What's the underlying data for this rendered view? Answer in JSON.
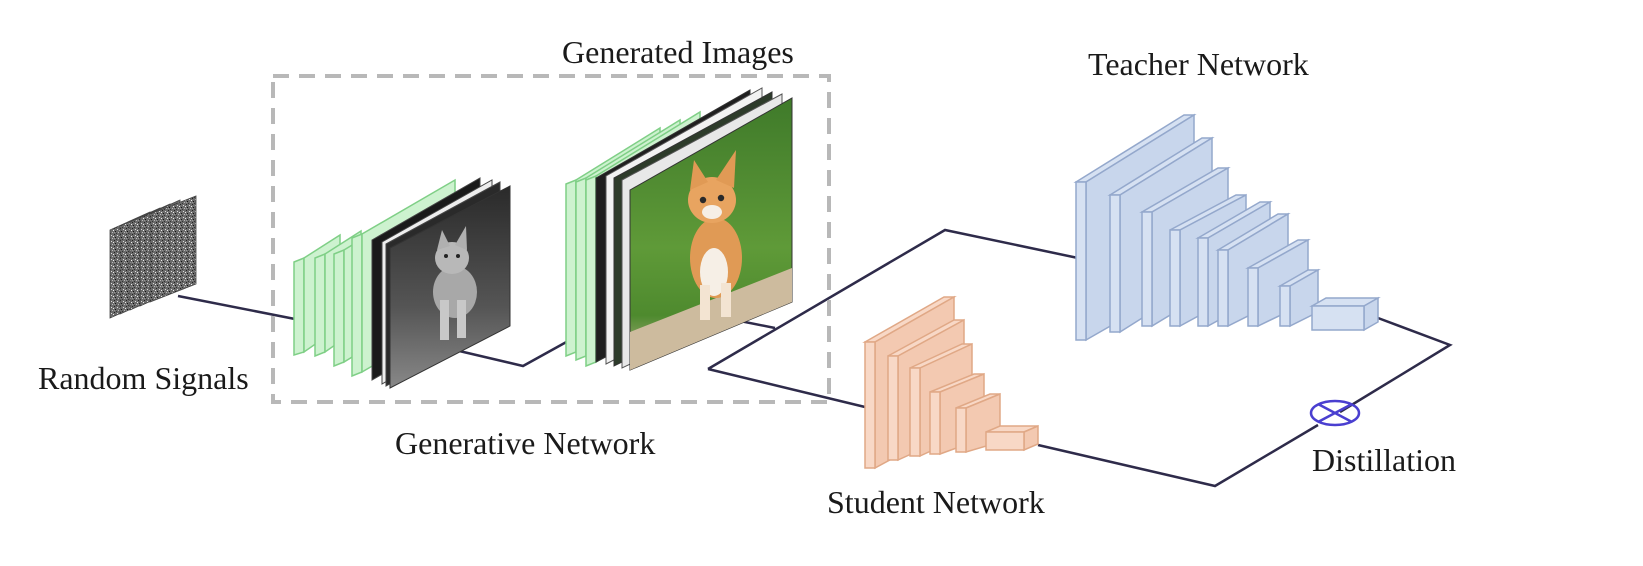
{
  "labels": {
    "random_signals": "Random Signals",
    "generative_network": "Generative Network",
    "generated_images": "Generated Images",
    "teacher_network": "Teacher Network",
    "student_network": "Student Network",
    "distillation": "Distillation"
  },
  "colors": {
    "line": "#2e2b4a",
    "dashed_box": "#b8b8b8",
    "generator_layer_fill": "#cdf2cf",
    "generator_layer_stroke": "#7fcf86",
    "teacher_fill": "#d6e1f2",
    "teacher_stroke": "#94a8cc",
    "student_fill": "#f8d8c6",
    "student_stroke": "#e0a886",
    "distillation_symbol": "#4a3fd0",
    "grass": "#5a8f35",
    "kitten": "#e09a55"
  },
  "icons": {
    "noise": "random-noise-stack-icon",
    "gray_image": "grayscale-kitten-image-icon",
    "color_image": "color-kitten-image-icon",
    "distillation": "circle-x-icon"
  }
}
